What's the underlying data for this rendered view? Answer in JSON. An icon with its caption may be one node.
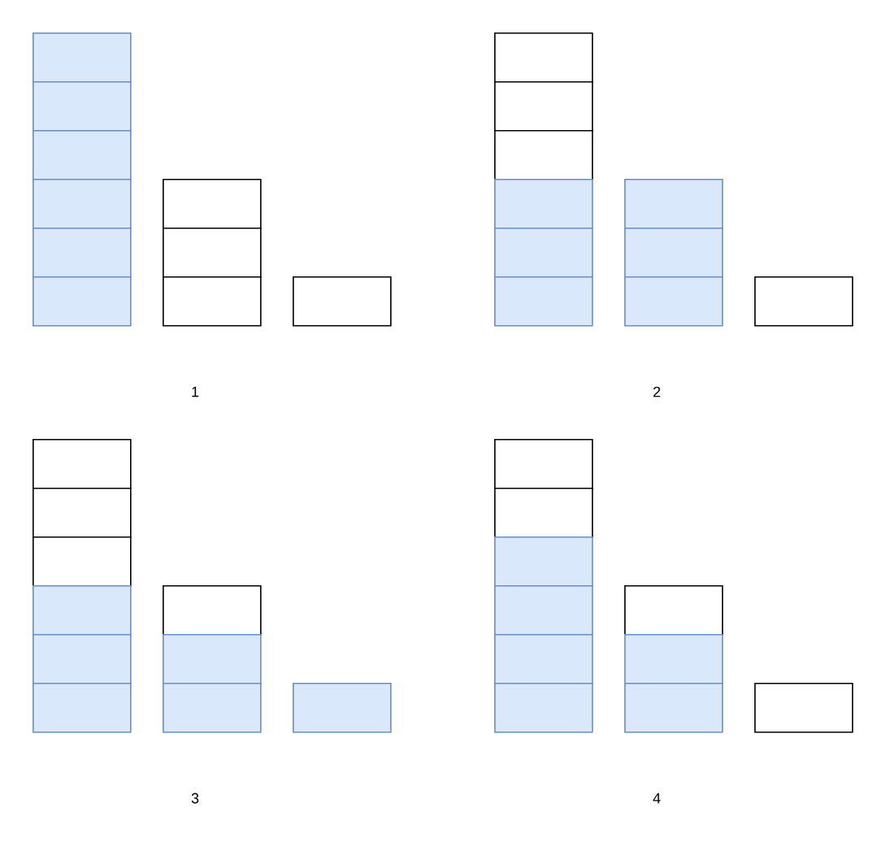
{
  "diagram": {
    "nodes": [
      {
        "text": [],
        "shape": "box"
      },
      {
        "text": [],
        "shape": "box"
      },
      {
        "text": [],
        "shape": "box"
      },
      {
        "text": [],
        "shape": "box"
      },
      {
        "text": [],
        "shape": "box"
      },
      {
        "text": [],
        "shape": "box"
      },
      {
        "text": [],
        "shape": "box"
      },
      {
        "text": [],
        "shape": "box"
      },
      {
        "text": [],
        "shape": "box"
      },
      {
        "text": [],
        "shape": "box"
      },
      {
        "text": [],
        "shape": "box"
      },
      {
        "text": [],
        "shape": "box"
      },
      {
        "text": [],
        "shape": "box"
      },
      {
        "text": [],
        "shape": "box"
      },
      {
        "text": [],
        "shape": "box"
      },
      {
        "text": [],
        "shape": "box"
      },
      {
        "text": [],
        "shape": "box"
      },
      {
        "text": [],
        "shape": "box"
      },
      {
        "text": [],
        "shape": "box"
      },
      {
        "text": [],
        "shape": "box"
      },
      {
        "text": [],
        "shape": "box"
      },
      {
        "text": [],
        "shape": "box"
      },
      {
        "text": [],
        "shape": "box"
      },
      {
        "text": [],
        "shape": "box"
      },
      {
        "text": [],
        "shape": "box"
      },
      {
        "text": [],
        "shape": "box"
      },
      {
        "text": [],
        "shape": "box"
      },
      {
        "text": [],
        "shape": "box"
      },
      {
        "text": [],
        "shape": "box"
      },
      {
        "text": [],
        "shape": "box"
      },
      {
        "text": [],
        "shape": "box"
      },
      {
        "text": [],
        "shape": "box"
      },
      {
        "text": [],
        "shape": "box"
      },
      {
        "text": [],
        "shape": "box"
      },
      {
        "text": [],
        "shape": "box"
      },
      {
        "text": [],
        "shape": "box"
      },
      {
        "text": [],
        "shape": "box"
      },
      {
        "text": [],
        "shape": "box"
      },
      {
        "text": [],
        "shape": "box"
      },
      {
        "text": [],
        "shape": "box"
      }
    ],
    "labels": [
      "1",
      "2",
      "3",
      "4"
    ]
  }
}
